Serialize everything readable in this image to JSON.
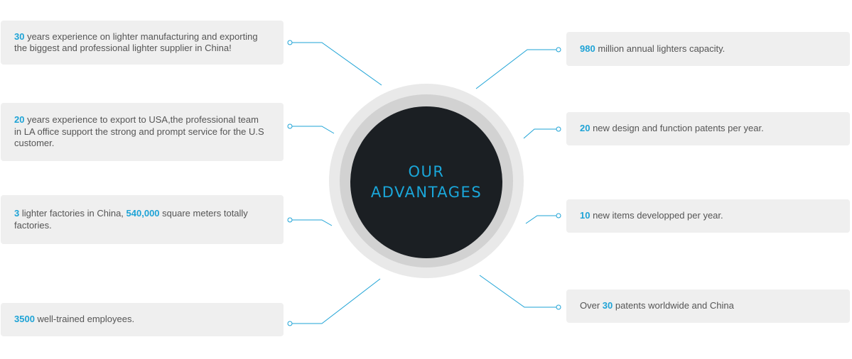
{
  "center": {
    "line1": "OUR",
    "line2": "ADVANTAGES"
  },
  "colors": {
    "accent": "#1ea3d6",
    "box": "#efefef",
    "core": "#1b1f23"
  },
  "left_items": [
    {
      "parts": [
        {
          "t": "30",
          "hl": true
        },
        {
          "t": " years experience on lighter manufacturing and exporting the biggest and professional lighter supplier in China!",
          "hl": false
        }
      ]
    },
    {
      "parts": [
        {
          "t": "20",
          "hl": true
        },
        {
          "t": " years experience to export to USA,the professional team in LA office support the strong and prompt service for the U.S customer.",
          "hl": false
        }
      ]
    },
    {
      "parts": [
        {
          "t": "3",
          "hl": true
        },
        {
          "t": " lighter factories in China, ",
          "hl": false
        },
        {
          "t": "540,000",
          "hl": true
        },
        {
          "t": " square meters totally factories.",
          "hl": false
        }
      ]
    },
    {
      "parts": [
        {
          "t": "3500",
          "hl": true
        },
        {
          "t": " well-trained employees.",
          "hl": false
        }
      ]
    }
  ],
  "right_items": [
    {
      "parts": [
        {
          "t": "980",
          "hl": true
        },
        {
          "t": " million annual lighters capacity.",
          "hl": false
        }
      ]
    },
    {
      "parts": [
        {
          "t": "20",
          "hl": true
        },
        {
          "t": " new design and function patents per year.",
          "hl": false
        }
      ]
    },
    {
      "parts": [
        {
          "t": "10",
          "hl": true
        },
        {
          "t": " new items developped per year.",
          "hl": false
        }
      ]
    },
    {
      "parts": [
        {
          "t": "Over ",
          "hl": false
        },
        {
          "t": "30",
          "hl": true
        },
        {
          "t": " patents worldwide and China",
          "hl": false
        }
      ]
    }
  ]
}
